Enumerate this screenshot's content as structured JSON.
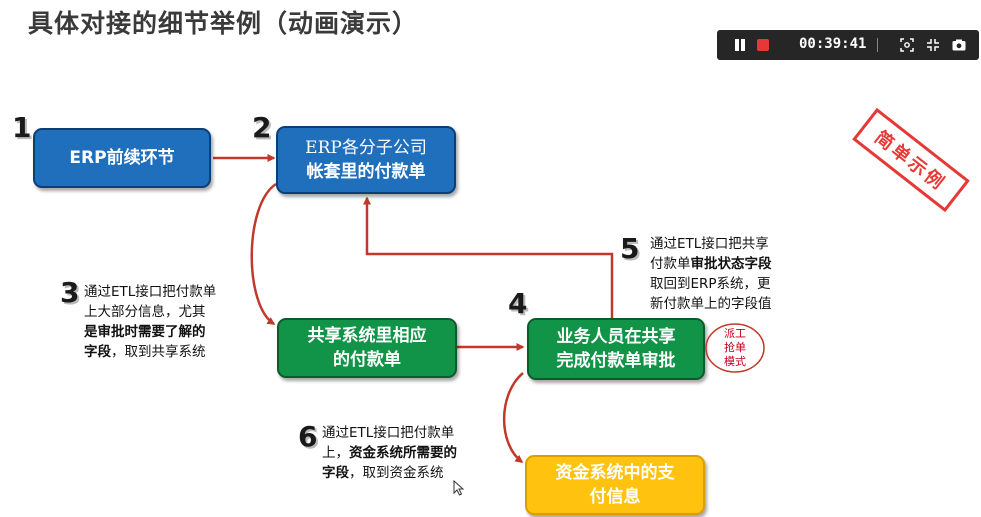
{
  "title": "具体对接的细节举例（动画演示）",
  "recorder": {
    "time": "00:39:41"
  },
  "stamp": "简单示例",
  "steps": {
    "s1": "1",
    "s2": "2",
    "s3": "3",
    "s4": "4",
    "s5": "5",
    "s6": "6"
  },
  "nodes": {
    "erp_pre": "ERP前续环节",
    "erp_pay_line1": "ERP各分子公司",
    "erp_pay_line2": "帐套里的付款单",
    "shared_line1": "共享系统里相应",
    "shared_line2": "的付款单",
    "approve_line1": "业务人员在共享",
    "approve_line2": "完成付款单审批",
    "fund_line1": "资金系统中的支",
    "fund_line2": "付信息"
  },
  "notes": {
    "n3": [
      "通过ETL接口把付款单",
      "上大部分信息，尤其",
      "是审批时需要了解的",
      "字段，取到共享系统"
    ],
    "n5": [
      "通过ETL接口把共享",
      "付款单审批状态字段",
      "取回到ERP系统，更",
      "新付款单上的字段值"
    ],
    "n6": [
      "通过ETL接口把付款单",
      "上，资金系统所需要的",
      "字段，取到资金系统"
    ]
  },
  "mode_label": [
    "派工",
    "抢单",
    "模式"
  ],
  "colors": {
    "blue": "#1f6fbd",
    "green": "#119447",
    "gold": "#ffc20e",
    "arrow": "#c0392b",
    "accent_red": "#e53935"
  }
}
